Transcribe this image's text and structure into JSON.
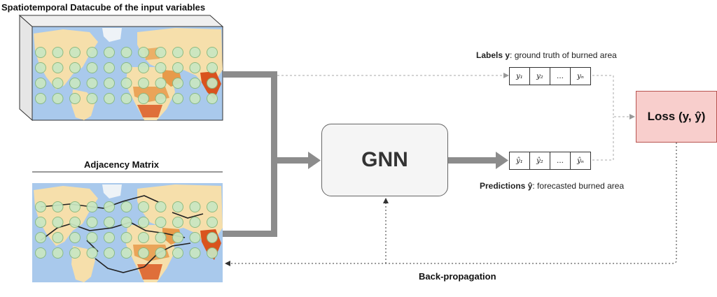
{
  "datacube": {
    "title": "Spatiotemporal Datacube of the input variables"
  },
  "adjacency": {
    "title": "Adjacency Matrix"
  },
  "gnn": {
    "label": "GNN"
  },
  "loss": {
    "label": "Loss (y, ŷ)"
  },
  "labels": {
    "prefix": "Labels",
    "symbol": "y",
    "text": ": ground truth of burned area",
    "cells": [
      "y₁",
      "y₂",
      "…",
      "yₙ"
    ]
  },
  "predictions": {
    "prefix": "Predictions",
    "symbol": "ŷ",
    "text": ": forecasted burned area",
    "cells": [
      "ŷ₁",
      "ŷ₂",
      "…",
      "ŷₙ"
    ]
  },
  "backprop": {
    "label": "Back-propagation"
  },
  "colors": {
    "gnn_fill": "#f5f5f5",
    "loss_fill": "#f8cecc",
    "loss_border": "#b85450",
    "thick_arrow": "#8c8c8c",
    "node_fill": "#c9e7c2",
    "node_stroke": "#86b87e",
    "ocean": "#a9c9ec",
    "land": "#f6dfab",
    "fire": "#d9531e"
  }
}
